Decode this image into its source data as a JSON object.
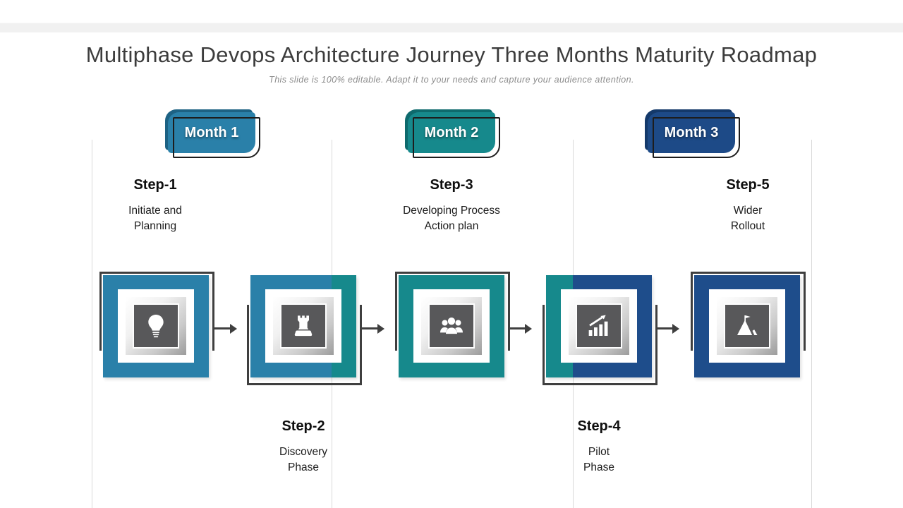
{
  "page": {
    "title": "Multiphase Devops Architecture Journey Three Months Maturity Roadmap",
    "subtitle": "This slide is 100% editable. Adapt it to your needs and capture your audience attention."
  },
  "colors": {
    "month1": "#2a80a9",
    "month2": "#16898c",
    "month3": "#1e4d8b",
    "month1_shade": "#1d6284",
    "month2_shade": "#0e6a6d",
    "month3_shade": "#14396a",
    "month3_badge": "#1d4a87",
    "frame_outline": "#3f3f3f",
    "icon_square": "#58585a",
    "divider": "#d9d9d9",
    "title_text": "#3c3c3c",
    "subtitle_text": "#8c8c8c"
  },
  "months": [
    {
      "label": "Month 1",
      "fill": "#2a80a9",
      "shade": "#1d6284"
    },
    {
      "label": "Month 2",
      "fill": "#16898c",
      "shade": "#0e6a6d"
    },
    {
      "label": "Month 3",
      "fill": "#1d4a87",
      "shade": "#14396a"
    }
  ],
  "steps": [
    {
      "title": "Step-1",
      "lines": [
        "Initiate and",
        "Planning"
      ],
      "icon": "lightbulb-icon",
      "label_position": "top"
    },
    {
      "title": "Step-2",
      "lines": [
        "Discovery",
        "Phase"
      ],
      "icon": "chess-rook-icon",
      "label_position": "bottom"
    },
    {
      "title": "Step-3",
      "lines": [
        "Developing Process",
        "Action plan"
      ],
      "icon": "team-icon",
      "label_position": "top"
    },
    {
      "title": "Step-4",
      "lines": [
        "Pilot",
        "Phase"
      ],
      "icon": "growth-chart-icon",
      "label_position": "bottom"
    },
    {
      "title": "Step-5",
      "lines": [
        "Wider",
        "Rollout"
      ],
      "icon": "mountain-flag-icon",
      "label_position": "top"
    }
  ]
}
